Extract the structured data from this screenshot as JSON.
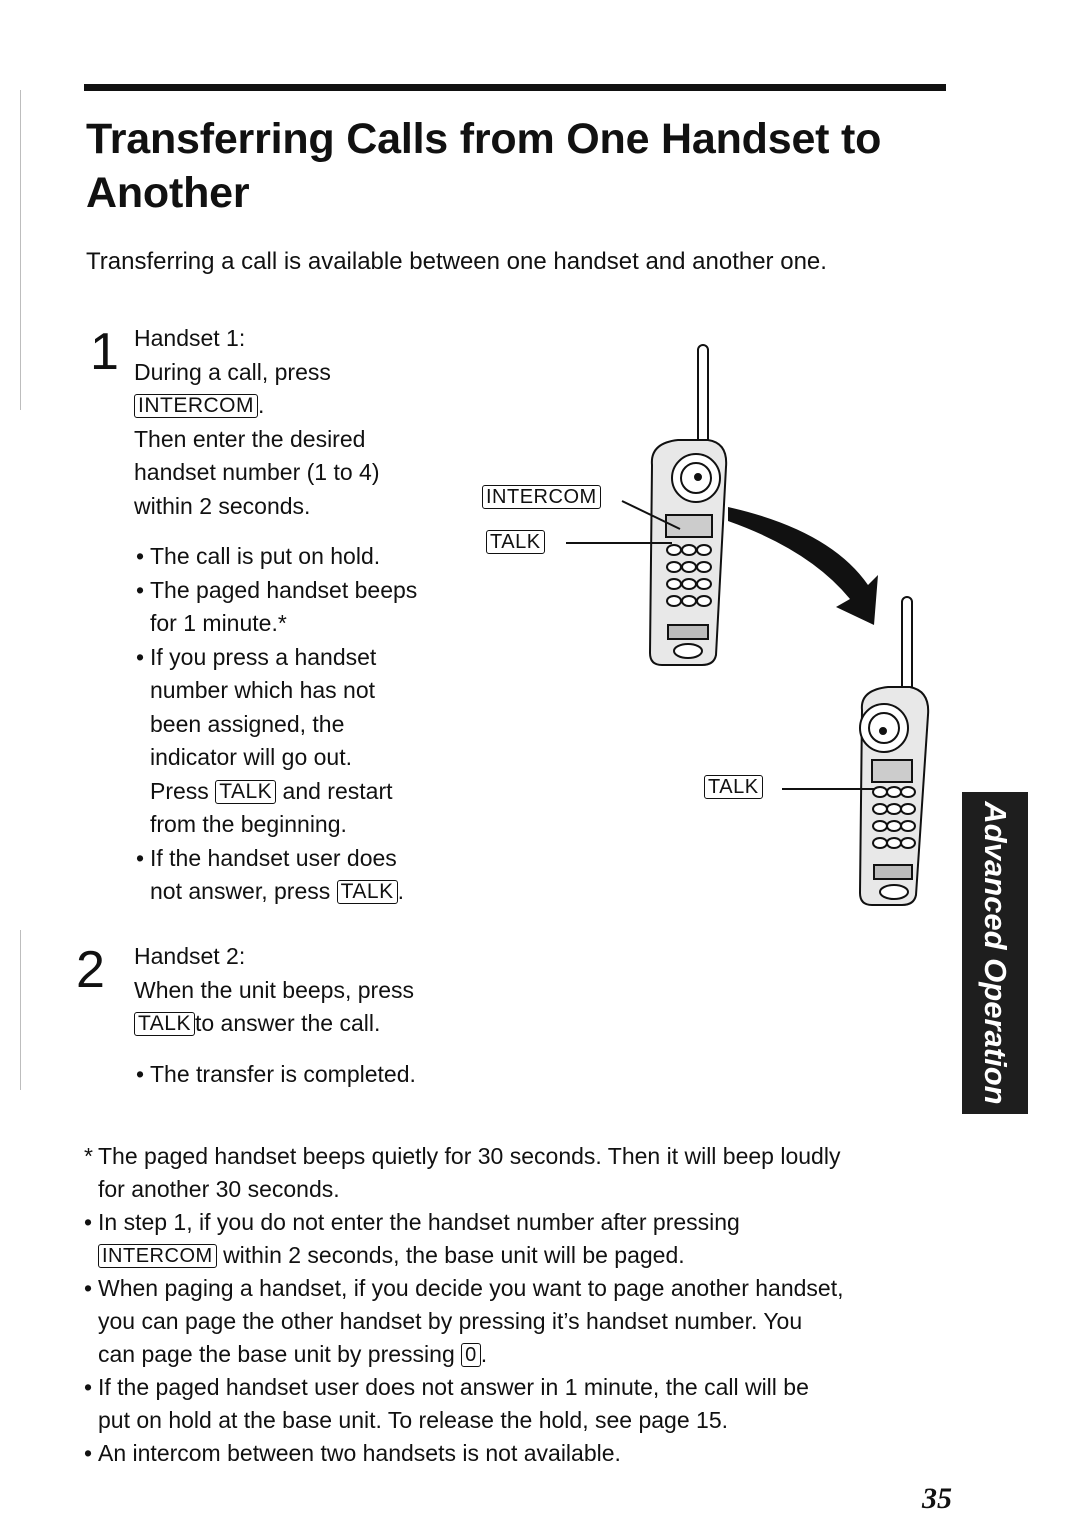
{
  "title": "Transferring Calls from One Handset to Another",
  "intro": "Transferring a call is available between one handset and another one.",
  "step1": {
    "number": "1",
    "l1": "Handset 1:",
    "l2": "During a call, press",
    "key_intercom": "INTERCOM",
    "l3_end": ".",
    "l4": "Then enter the desired",
    "l5": "handset number (1 to 4)",
    "l6": "within 2 seconds.",
    "b1": "The call is put on hold.",
    "b2_l1": "The paged handset beeps",
    "b2_l2": "for 1 minute.*",
    "b3_l1": "If you press a handset",
    "b3_l2": "number which has not",
    "b3_l3": "been assigned, the",
    "b3_l4": "indicator will go out.",
    "b3_l5_pre": "Press",
    "key_talk": "TALK",
    "b3_l5_post": "and restart",
    "b3_l6": "from the beginning.",
    "b4_l1": "If the handset user does",
    "b4_l2_pre": "not answer, press",
    "b4_l2_end": "."
  },
  "step2": {
    "number": "2",
    "l1": "Handset 2:",
    "l2": "When the unit beeps, press",
    "key_talk": "TALK",
    "l3_post": "to answer the call.",
    "b1": "The transfer is completed."
  },
  "illustration": {
    "label_intercom": "INTERCOM",
    "label_talk_1": "TALK",
    "label_talk_2": "TALK"
  },
  "side_tab": "Advanced Operation",
  "notes": {
    "n1_mark": "*",
    "n1_l1": "The paged handset beeps quietly for 30 seconds. Then it will beep loudly",
    "n1_l2": "for another 30 seconds.",
    "n2_l1": "In step 1, if you do not enter the handset number after pressing",
    "n2_key": "INTERCOM",
    "n2_l2_post": "within 2 seconds, the base unit will be paged.",
    "n3_l1": "When paging a handset, if you decide you want to page another handset,",
    "n3_l2": "you can page the other handset by pressing it’s handset number. You",
    "n3_l3_pre": "can page the base unit by pressing",
    "n3_key": "0",
    "n3_l3_end": ".",
    "n4_l1": "If the paged handset user does not answer in 1 minute, the call will be",
    "n4_l2": "put on hold at the base unit. To release the hold, see page 15.",
    "n5": "An intercom between two handsets is not available."
  },
  "page_number": "35"
}
